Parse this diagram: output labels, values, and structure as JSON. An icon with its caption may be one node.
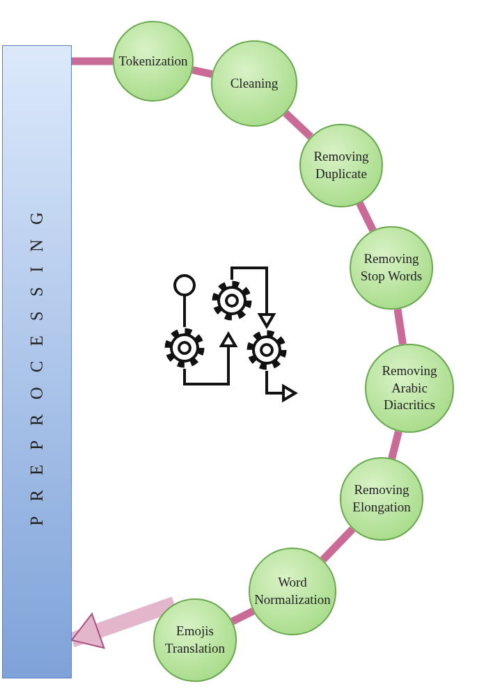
{
  "diagram": {
    "nodes": [
      {
        "text": [
          "PREPROCESSING"
        ]
      },
      {
        "text": [
          "Tokenization"
        ]
      },
      {
        "text": [
          "Cleaning"
        ]
      },
      {
        "text": [
          "Removing Duplicate"
        ]
      },
      {
        "text": [
          "Removing Stop Words"
        ]
      },
      {
        "text": [
          "Removing Arabic Diacritics"
        ]
      },
      {
        "text": [
          "Removing Elongation"
        ]
      },
      {
        "text": [
          "Word Normalization"
        ]
      },
      {
        "text": [
          "Emojis Translation"
        ]
      }
    ],
    "edges": [
      {
        "from": 0,
        "to": 1,
        "arrow": "none"
      },
      {
        "from": 1,
        "to": 2,
        "arrow": "none"
      },
      {
        "from": 2,
        "to": 3,
        "arrow": "none"
      },
      {
        "from": 3,
        "to": 4,
        "arrow": "none"
      },
      {
        "from": 4,
        "to": 5,
        "arrow": "none"
      },
      {
        "from": 5,
        "to": 6,
        "arrow": "none"
      },
      {
        "from": 6,
        "to": 7,
        "arrow": "none"
      },
      {
        "from": 7,
        "to": 8,
        "arrow": "none"
      },
      {
        "from": 8,
        "to": 0,
        "arrow": "to",
        "style": "thick"
      }
    ]
  }
}
